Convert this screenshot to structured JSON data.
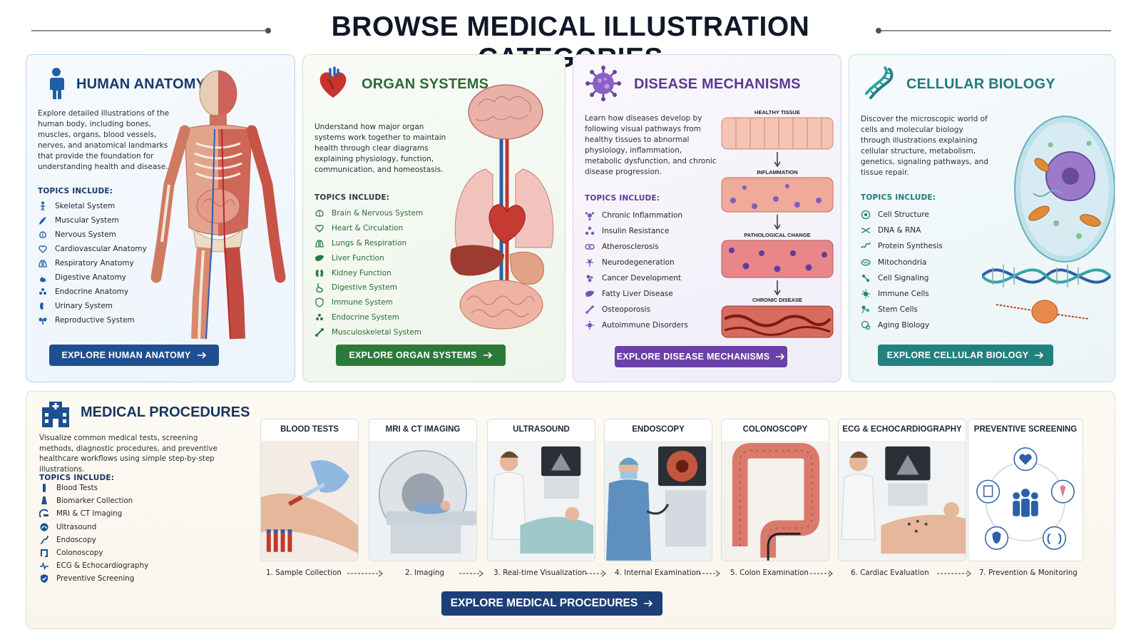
{
  "page": {
    "title": "BROWSE MEDICAL ILLUSTRATION CATEGORIES"
  },
  "categories": {
    "anatomy": {
      "title": "HUMAN ANATOMY",
      "description": "Explore detailed illustrations of the human body, including bones, muscles, organs, blood vessels, nerves, and anatomical landmarks that provide the foundation for understanding health and disease.",
      "topics_label": "TOPICS INCLUDE:",
      "topics": [
        "Skeletal System",
        "Muscular System",
        "Nervous System",
        "Cardiovascular Anatomy",
        "Respiratory Anatomy",
        "Digestive Anatomy",
        "Endocrine Anatomy",
        "Urinary System",
        "Reproductive System"
      ],
      "button": "EXPLORE HUMAN ANATOMY",
      "icon": "person-icon",
      "accent": "#1f4f91"
    },
    "organs": {
      "title": "ORGAN SYSTEMS",
      "description": "Understand how major organ systems work together to maintain health through clear diagrams explaining physiology, function, communication, and homeostasis.",
      "topics_label": "TOPICS INCLUDE:",
      "topics": [
        "Brain & Nervous System",
        "Heart & Circulation",
        "Lungs & Respiration",
        "Liver Function",
        "Kidney Function",
        "Digestive System",
        "Immune System",
        "Endocrine System",
        "Musculoskeletal System"
      ],
      "button": "EXPLORE ORGAN SYSTEMS",
      "icon": "heart-icon",
      "accent": "#2c7a3a"
    },
    "disease": {
      "title": "DISEASE MECHANISMS",
      "description": "Learn how diseases develop by following visual pathways from healthy tissues to abnormal physiology, inflammation, metabolic dysfunction, and chronic disease progression.",
      "topics_label": "TOPICS INCLUDE:",
      "topics": [
        "Chronic Inflammation",
        "Insulin Resistance",
        "Atherosclerosis",
        "Neurodegeneration",
        "Cancer Development",
        "Fatty Liver Disease",
        "Osteoporosis",
        "Autoimmune Disorders"
      ],
      "stages": [
        "HEALTHY TISSUE",
        "INFLAMMATION",
        "PATHOLOGICAL CHANGE",
        "CHRONIC DISEASE"
      ],
      "button": "EXPLORE DISEASE MECHANISMS",
      "icon": "virus-icon",
      "accent": "#6a41a8"
    },
    "cell": {
      "title": "CELLULAR BIOLOGY",
      "description": "Discover the microscopic world of cells and molecular biology through illustrations explaining cellular structure, metabolism, genetics, signaling pathways, and tissue repair.",
      "topics_label": "TOPICS INCLUDE:",
      "topics": [
        "Cell Structure",
        "DNA & RNA",
        "Protein Synthesis",
        "Mitochondria",
        "Cell Signaling",
        "Immune Cells",
        "Stem Cells",
        "Aging Biology"
      ],
      "button": "EXPLORE CELLULAR BIOLOGY",
      "icon": "dna-icon",
      "accent": "#23807f"
    }
  },
  "procedures": {
    "title": "MEDICAL PROCEDURES",
    "description": "Visualize common medical tests, screening methods, diagnostic procedures, and preventive healthcare workflows using simple step-by-step illustrations.",
    "topics_label": "TOPICS INCLUDE:",
    "topics": [
      "Blood Tests",
      "Biomarker Collection",
      "MRI & CT Imaging",
      "Ultrasound",
      "Endoscopy",
      "Colonoscopy",
      "ECG & Echocardiography",
      "Preventive Screening"
    ],
    "steps": [
      {
        "title": "BLOOD TESTS",
        "label": "1. Sample Collection"
      },
      {
        "title": "MRI & CT IMAGING",
        "label": "2. Imaging"
      },
      {
        "title": "ULTRASOUND",
        "label": "3. Real-time Visualization"
      },
      {
        "title": "ENDOSCOPY",
        "label": "4. Internal Examination"
      },
      {
        "title": "COLONOSCOPY",
        "label": "5. Colon Examination"
      },
      {
        "title": "ECG & ECHOCARDIOGRAPHY",
        "label": "6. Cardiac Evaluation"
      },
      {
        "title": "PREVENTIVE SCREENING",
        "label": "7. Prevention & Monitoring"
      }
    ],
    "button": "EXPLORE MEDICAL PROCEDURES",
    "icon": "hospital-icon",
    "accent": "#1d3f77"
  }
}
